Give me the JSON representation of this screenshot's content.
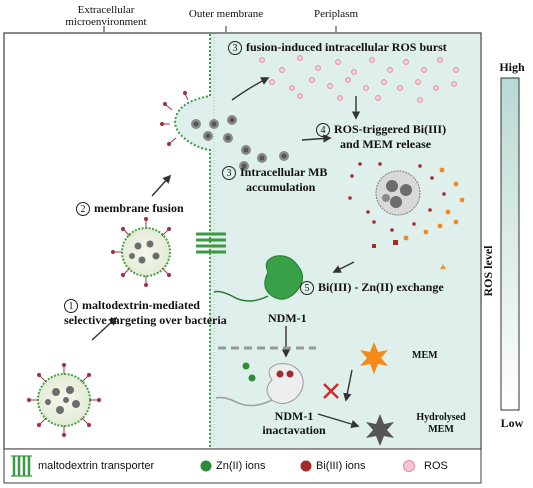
{
  "header": {
    "extracellular": "Extracellular\nmicroenvironment",
    "outer_membrane": "Outer membrane",
    "periplasm": "Periplasm"
  },
  "steps": {
    "s1_num": "1",
    "s1_line1": "maltodextrin-mediated",
    "s1_line2": "selective targeting over bacteria",
    "s2_num": "2",
    "s2": "membrane fusion",
    "s3a_num": "3",
    "s3a": "fusion-induced intracellular ROS burst",
    "s3b_num": "3",
    "s3b_line1": "Intracellular MB",
    "s3b_line2": "accumulation",
    "s4_num": "4",
    "s4_line1": "ROS-triggered Bi(III)",
    "s4_line2": "and MEM release",
    "s5_num": "5",
    "s5": "Bi(III) - Zn(II)  exchange"
  },
  "labels": {
    "ndm1": "NDM-1",
    "ndm1_inact_1": "NDM-1",
    "ndm1_inact_2": "inactavation",
    "mem": "MEM",
    "hydro_1": "Hydrolysed",
    "hydro_2": "MEM"
  },
  "ros_scale": {
    "high": "High",
    "title": "ROS level",
    "low": "Low"
  },
  "legend": {
    "transporter": "maltodextrin transporter",
    "zn": "Zn(II) ions",
    "bi": "Bi(III) ions",
    "ros": "ROS"
  },
  "colors": {
    "cell": "#deefec",
    "outline": "#3e3e3e",
    "membrane_green": "#3a9a45",
    "ros_pink": "#e8869e",
    "mem_orange": "#f28a1c",
    "bi_red": "#a62a2a",
    "zn_green": "#2e8b3a",
    "ndm_green": "#38a047"
  }
}
